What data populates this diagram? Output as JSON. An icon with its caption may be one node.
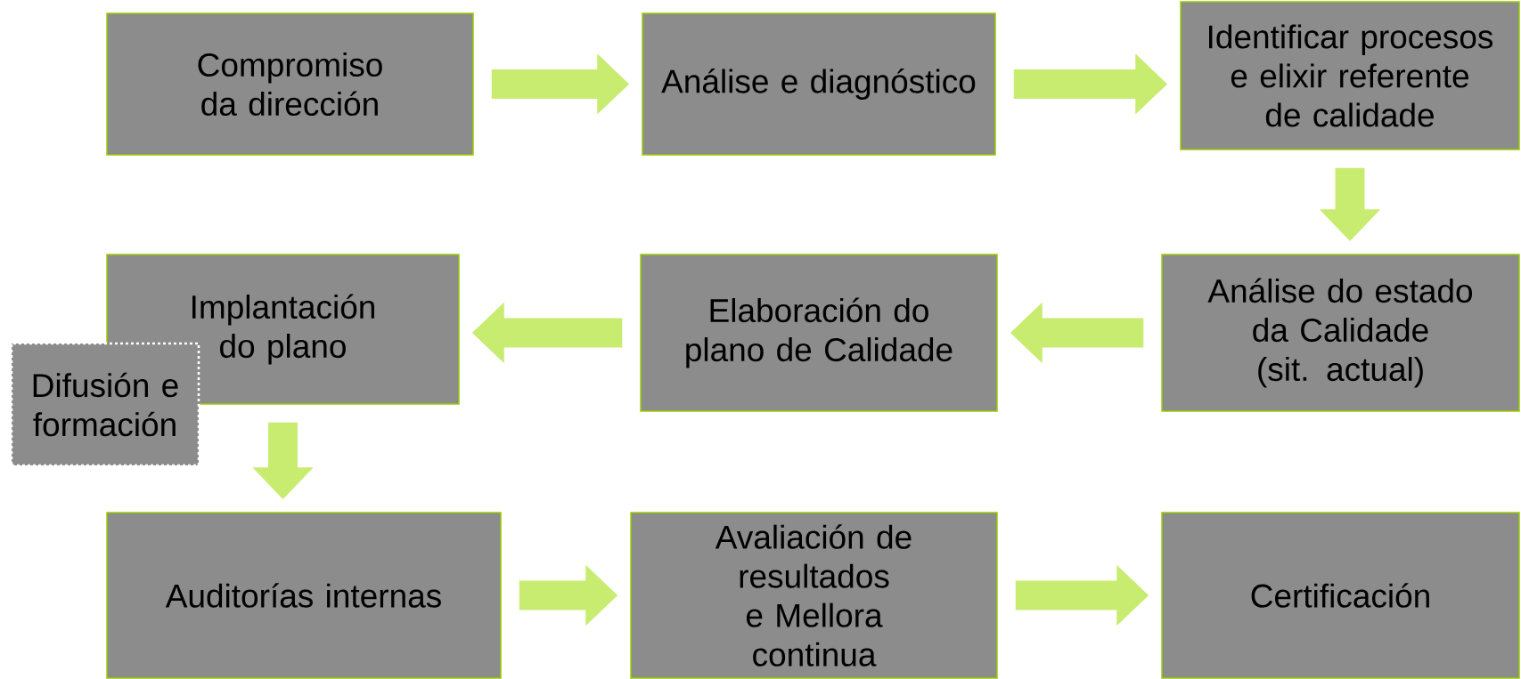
{
  "diagram": {
    "nodes": [
      {
        "text": [
          "Compromiso da dirección"
        ]
      },
      {
        "text": [
          "Análise e diagnóstico"
        ]
      },
      {
        "text": [
          "Identificar procesos e elixir referente de calidade"
        ]
      },
      {
        "text": [
          "Análise do estado da Calidade (sit. actual)"
        ]
      },
      {
        "text": [
          "Elaboración do plano de Calidade"
        ]
      },
      {
        "text": [
          "Implantación do plano"
        ]
      },
      {
        "text": [
          "Difusión e formación"
        ]
      },
      {
        "text": [
          "Auditorías internas"
        ]
      },
      {
        "text": [
          "Avaliación de resultados e Mellora continua"
        ]
      },
      {
        "text": [
          "Certificación"
        ]
      }
    ],
    "edges": [
      {
        "from": 0,
        "to": 1,
        "arrow": "to"
      },
      {
        "from": 1,
        "to": 2,
        "arrow": "to"
      },
      {
        "from": 2,
        "to": 3,
        "arrow": "to"
      },
      {
        "from": 3,
        "to": 4,
        "arrow": "to"
      },
      {
        "from": 4,
        "to": 5,
        "arrow": "to"
      },
      {
        "from": 5,
        "to": 7,
        "arrow": "to"
      },
      {
        "from": 7,
        "to": 8,
        "arrow": "to"
      },
      {
        "from": 8,
        "to": 9,
        "arrow": "to"
      }
    ]
  }
}
